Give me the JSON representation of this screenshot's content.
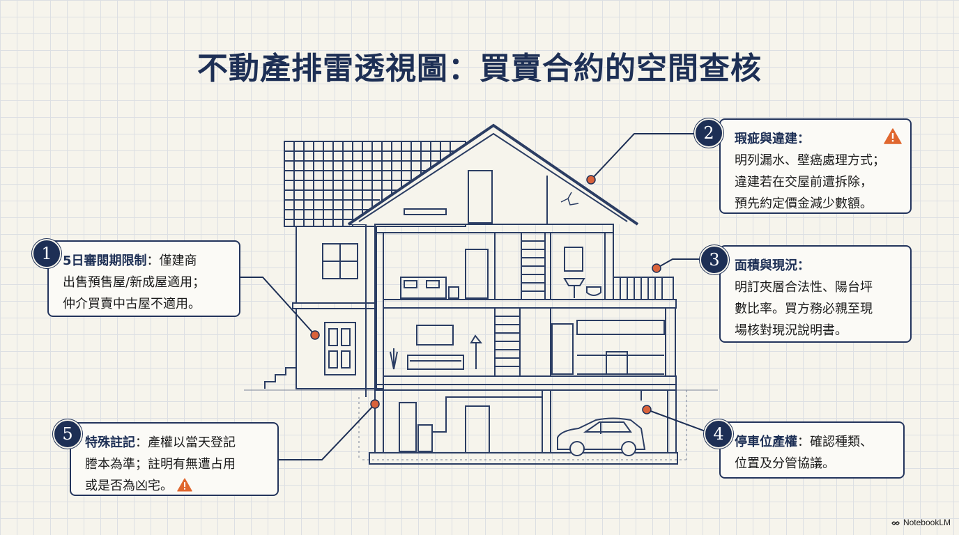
{
  "title": "不動產排雷透視圖：買賣合約的空間查核",
  "callouts": [
    {
      "number": "1",
      "heading": "5日審閱期限制",
      "lines": [
        "：僅建商",
        "出售預售屋/新成屋適用；",
        "仲介買賣中古屋不適用。"
      ]
    },
    {
      "number": "2",
      "heading": "瑕疵與違建：",
      "lines": [
        "明列漏水、壁癌處理方式；",
        "違建若在交屋前遭拆除，",
        "預先約定價金減少數額。"
      ]
    },
    {
      "number": "3",
      "heading": "面積與現況：",
      "lines": [
        "明訂夾層合法性、陽台坪",
        "數比率。買方務必親至現",
        "場核對現況說明書。"
      ]
    },
    {
      "number": "4",
      "heading": "停車位產權",
      "lines": [
        "：確認種類、",
        "位置及分管協議。"
      ]
    },
    {
      "number": "5",
      "heading": "特殊註記",
      "lines": [
        "：產權以當天登記",
        "謄本為準；註明有無遭占用",
        "或是否為凶宅。"
      ]
    }
  ],
  "colors": {
    "navy": "#1d2f55",
    "accent": "#d9623b",
    "warning": "#e0672f"
  },
  "icons": [
    "warning-icon",
    "notebooklm-logo-icon"
  ],
  "brand": "NotebookLM"
}
